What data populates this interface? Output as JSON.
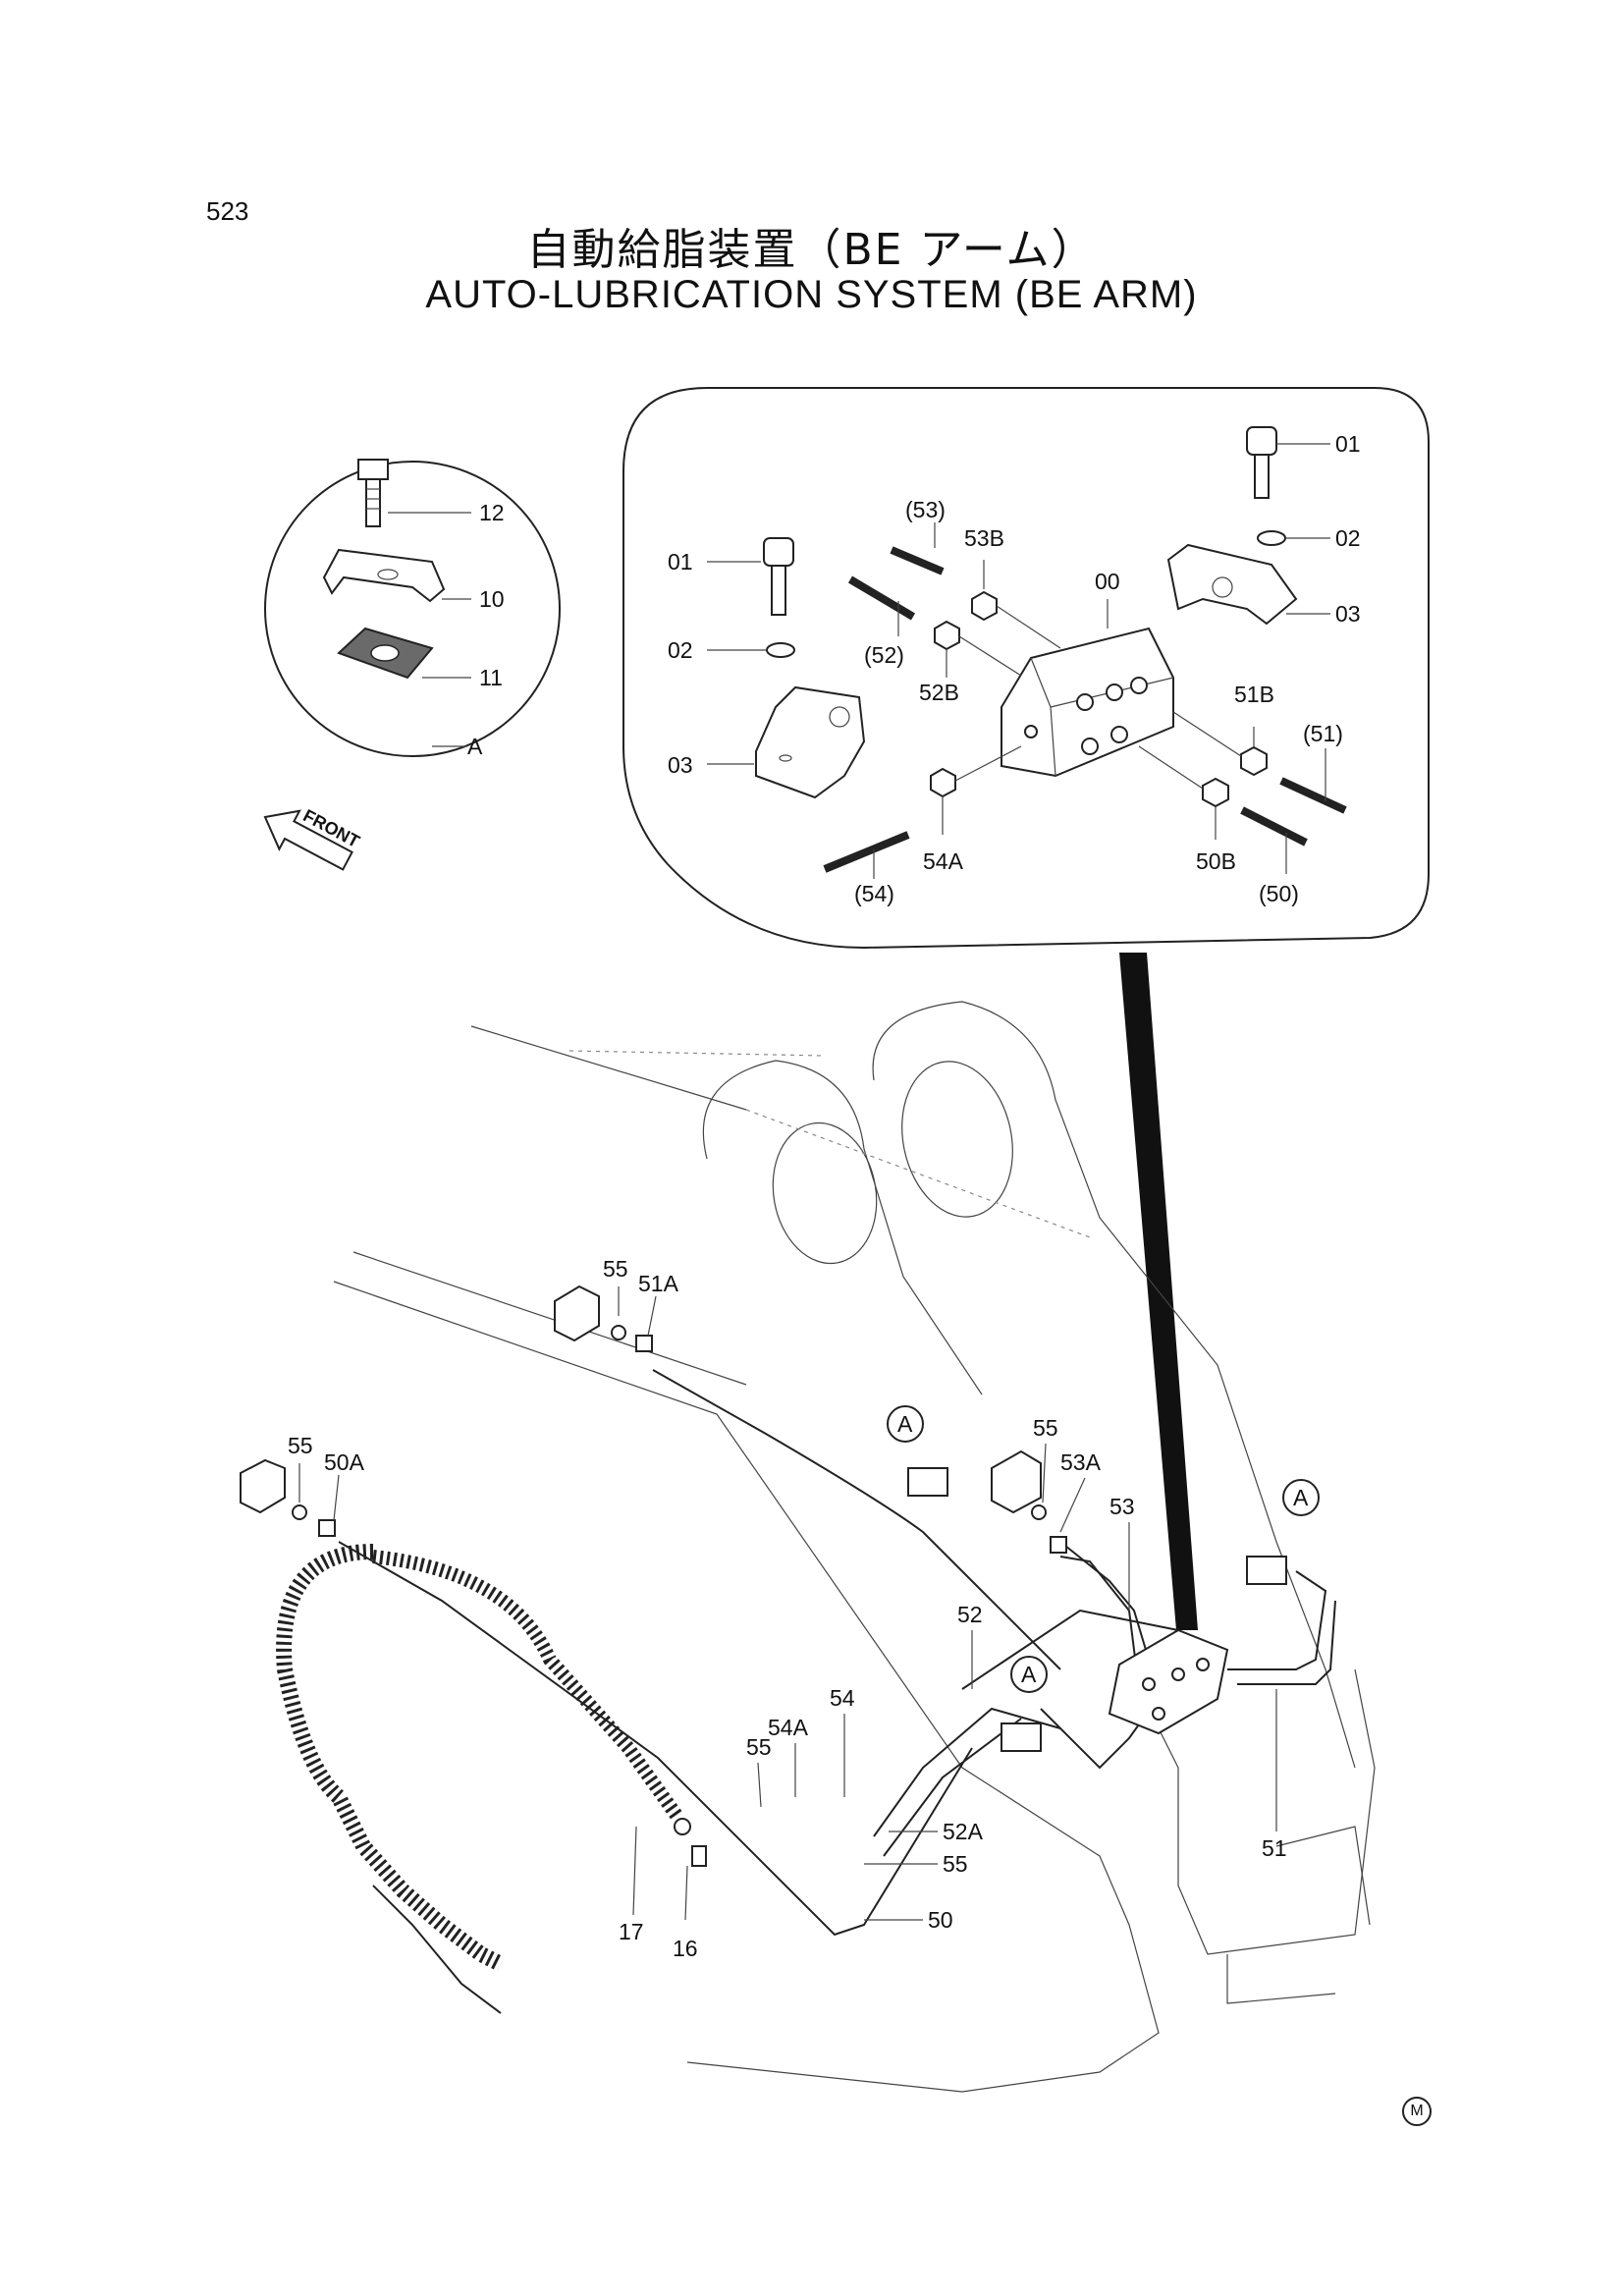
{
  "page_number": "523",
  "title_jp": "自動給脂装置（BE アーム）",
  "title_en": "AUTO-LUBRICATION SYSTEM (BE ARM)",
  "front_label": "FRONT",
  "detail_a_letter": "A",
  "detail_a_labels": [
    "12",
    "10",
    "11"
  ],
  "valve_block_labels": [
    "01",
    "02",
    "03",
    "(53)",
    "53B",
    "00",
    "01",
    "02",
    "03",
    "(52)",
    "52B",
    "51B",
    "(51)",
    "54A",
    "50B",
    "(50)",
    "(54)"
  ],
  "callout_letter": "A",
  "main_labels": [
    "55",
    "51A",
    "55",
    "50A",
    "55",
    "53A",
    "53",
    "52",
    "54",
    "54A",
    "55",
    "52A",
    "55",
    "50",
    "17",
    "16",
    "51"
  ],
  "corner_mark": "M"
}
